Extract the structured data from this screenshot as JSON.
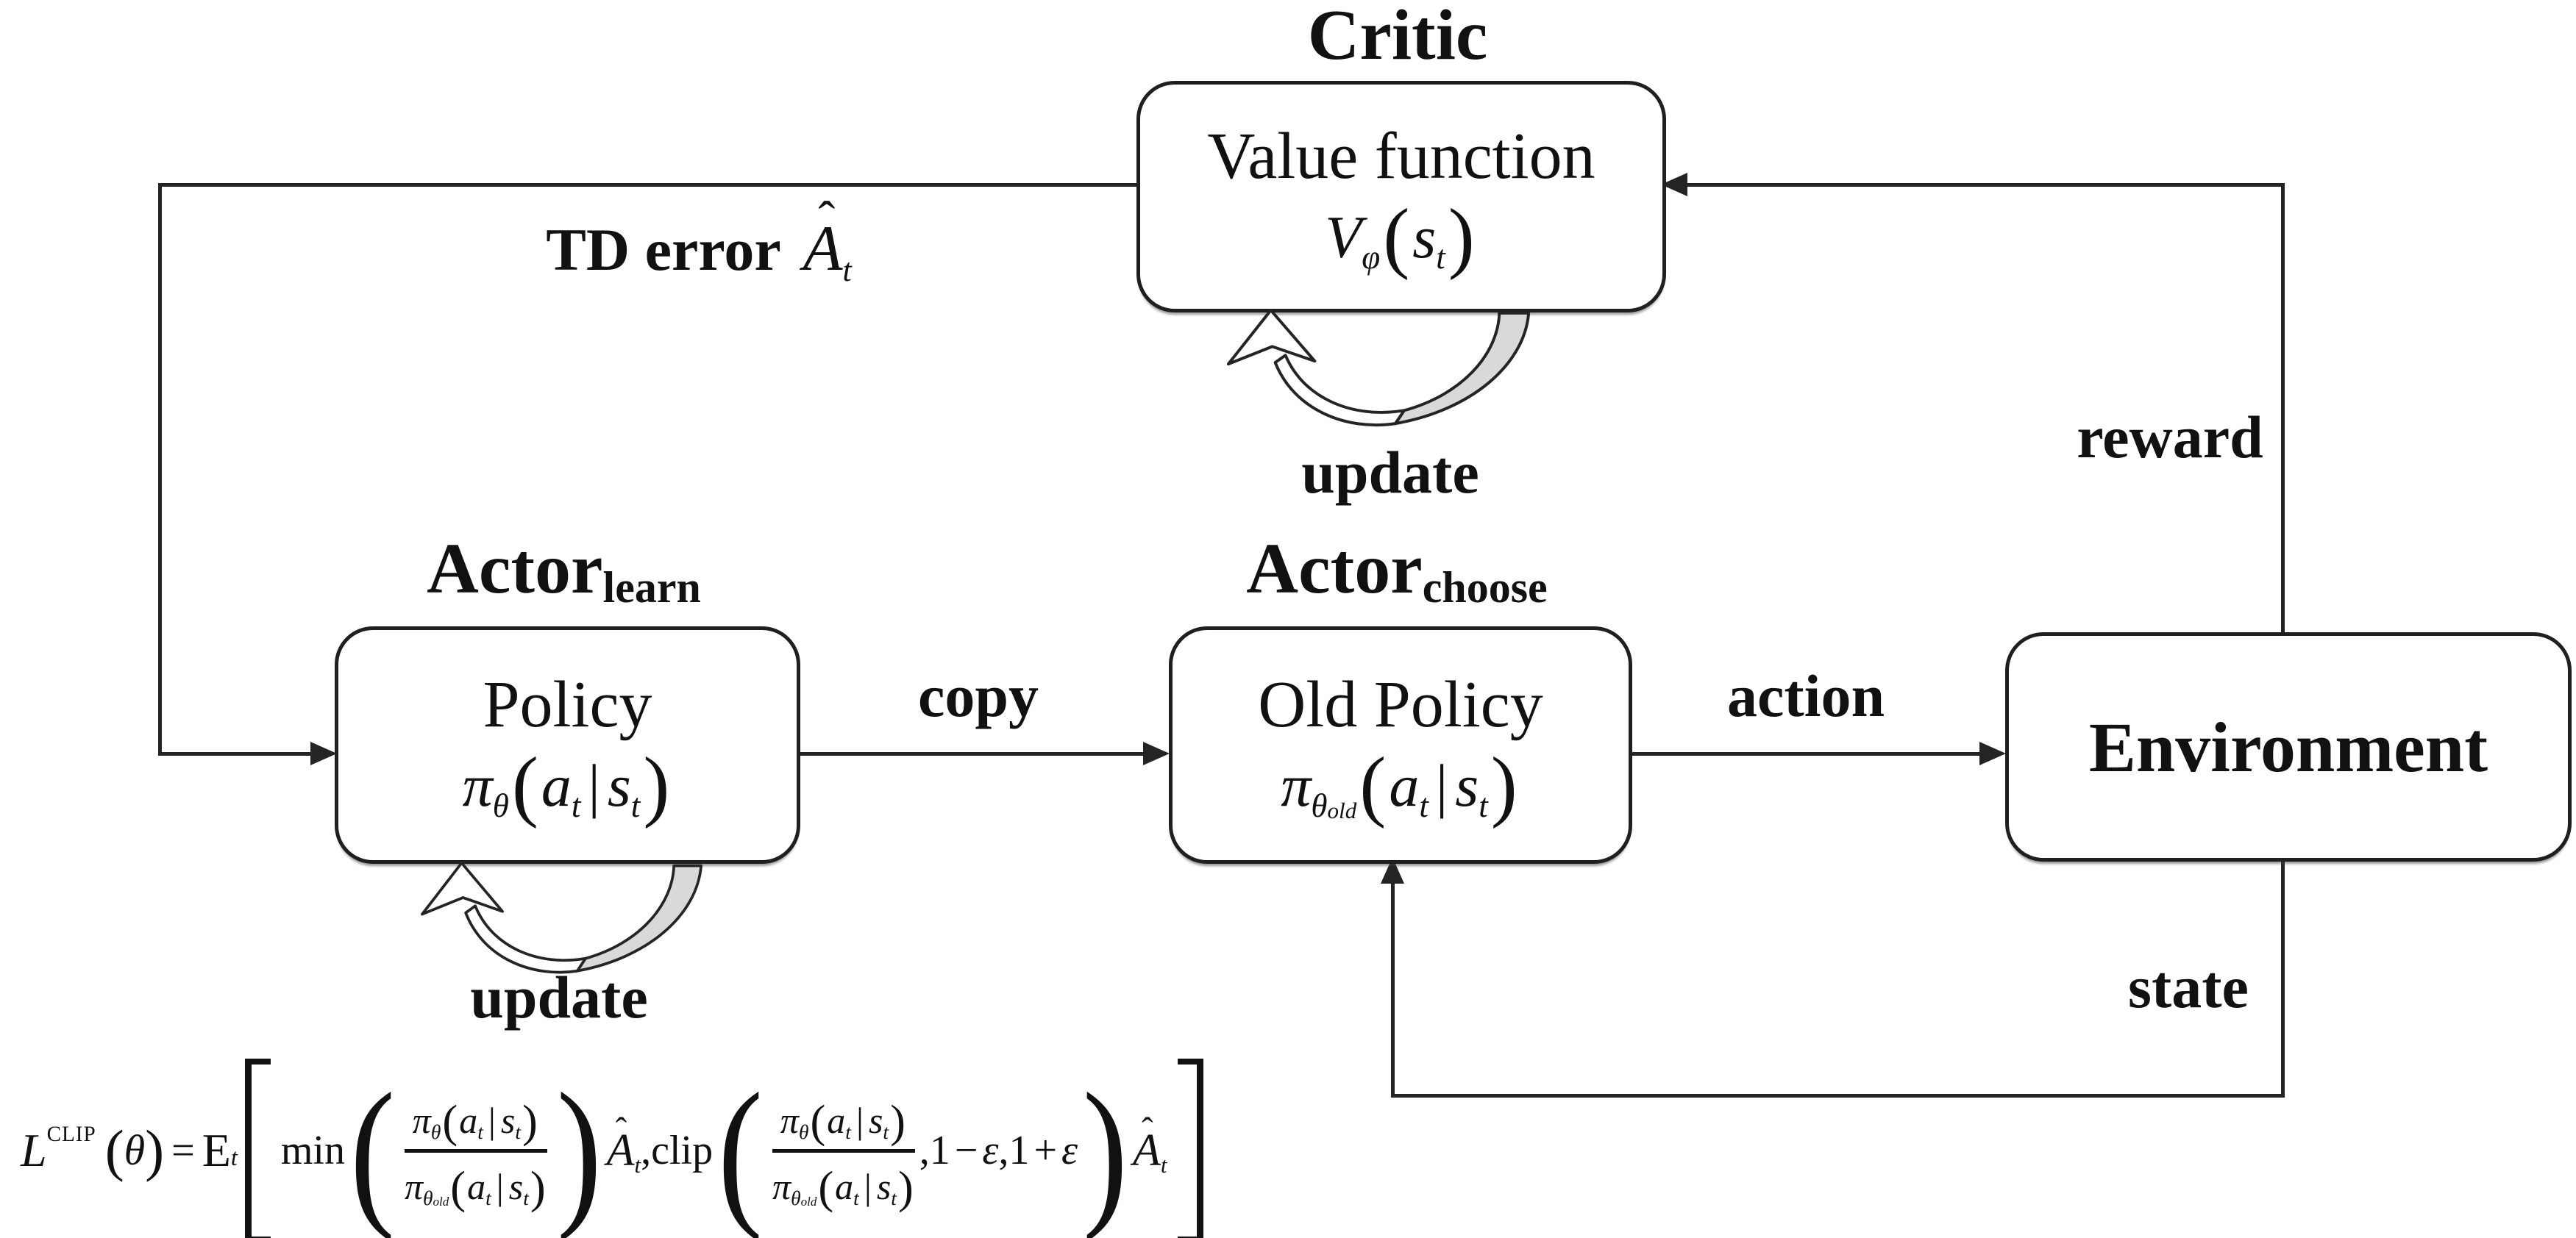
{
  "colors": {
    "background": "#ffffff",
    "line": "#242424",
    "box_border": "#1f1f1f",
    "text": "#111111",
    "swoosh_gray": "#d9d9d9"
  },
  "headings": {
    "critic": "Critic",
    "actor_learn_base": "Actor",
    "actor_learn_sub": "learn",
    "actor_choose_base": "Actor",
    "actor_choose_sub": "choose"
  },
  "boxes": {
    "value_function_title": "Value function",
    "policy_title": "Policy",
    "old_policy_title": "Old Policy",
    "environment_title": "Environment"
  },
  "labels": {
    "td_error": "TD error",
    "reward": "reward",
    "state": "state",
    "copy": "copy",
    "action": "action",
    "update_critic": "update",
    "update_actor": "update"
  },
  "math_tokens": {
    "V": "V",
    "phi": "φ",
    "pi": "π",
    "theta": "θ",
    "old": "old",
    "a": "a",
    "s": "s",
    "t": "t",
    "bar": "|",
    "lp": "(",
    "rp": ")",
    "A": "A",
    "hat": "ˆ"
  },
  "formula": {
    "L": "L",
    "L_sup": "CLIP",
    "lp": "(",
    "theta": "θ",
    "rp": ")",
    "equals": "=",
    "E": "E",
    "E_sub": "t",
    "min": "min",
    "clip": "clip",
    "comma": ",",
    "one": "1",
    "minus": "−",
    "plus": "+",
    "epsilon": "ε"
  }
}
